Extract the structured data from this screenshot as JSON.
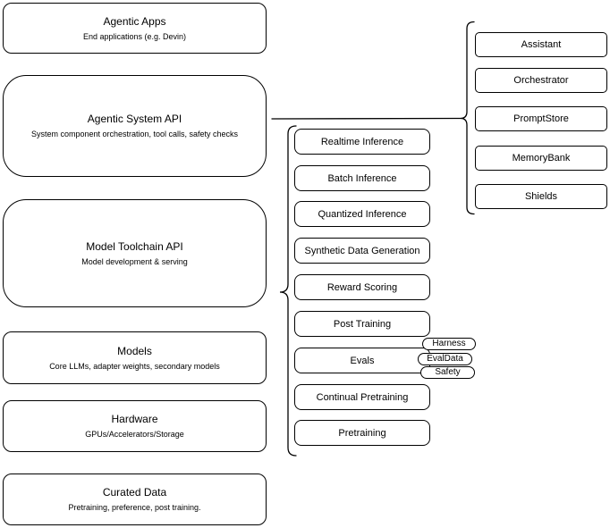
{
  "diagram": {
    "background": "#ffffff",
    "stroke_color": "#000000",
    "text_color": "#000000",
    "left_stack": [
      {
        "title": "Agentic Apps",
        "subtitle": "End applications (e.g. Devin)"
      },
      {
        "title": "Agentic System API",
        "subtitle": "System component orchestration, tool calls, safety checks"
      },
      {
        "title": "Model Toolchain API",
        "subtitle": "Model development & serving"
      },
      {
        "title": "Models",
        "subtitle": "Core LLMs, adapter weights, secondary models"
      },
      {
        "title": "Hardware",
        "subtitle": "GPUs/Accelerators/Storage"
      },
      {
        "title": "Curated Data",
        "subtitle": "Pretraining, preference, post training."
      }
    ],
    "toolchain_services": [
      "Realtime Inference",
      "Batch Inference",
      "Quantized Inference",
      "Synthetic Data Generation",
      "Reward Scoring",
      "Post Training",
      "Evals",
      "Continual Pretraining",
      "Pretraining"
    ],
    "eval_tags": [
      "Harness",
      "EvalData",
      "Safety"
    ],
    "system_components": [
      "Assistant",
      "Orchestrator",
      "PromptStore",
      "MemoryBank",
      "Shields"
    ]
  }
}
